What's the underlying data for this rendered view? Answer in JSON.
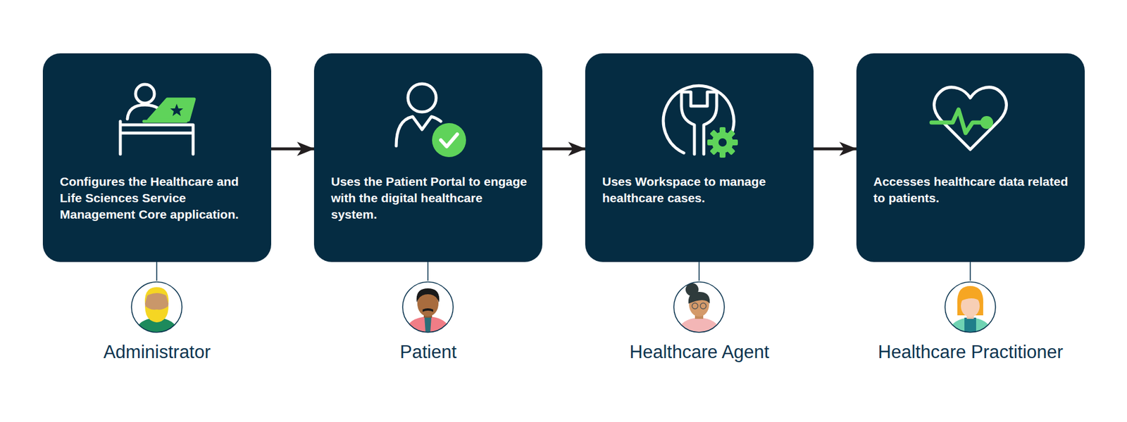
{
  "diagram": {
    "nodes": [
      {
        "text": [
          "Configures the Healthcare and Life Sciences Service Management Core application."
        ]
      },
      {
        "text": [
          "Uses the Patient Portal to engage with the digital healthcare system."
        ]
      },
      {
        "text": [
          "Uses Workspace to manage healthcare cases."
        ]
      },
      {
        "text": [
          "Accesses healthcare data related to patients."
        ]
      }
    ],
    "edges": [
      {
        "from": 0,
        "to": 1,
        "arrow": "to"
      },
      {
        "from": 1,
        "to": 2,
        "arrow": "to"
      },
      {
        "from": 2,
        "to": 3,
        "arrow": "to"
      }
    ],
    "labels": [
      "Administrator",
      "Patient",
      "Healthcare Agent",
      "Healthcare Practitioner"
    ]
  }
}
